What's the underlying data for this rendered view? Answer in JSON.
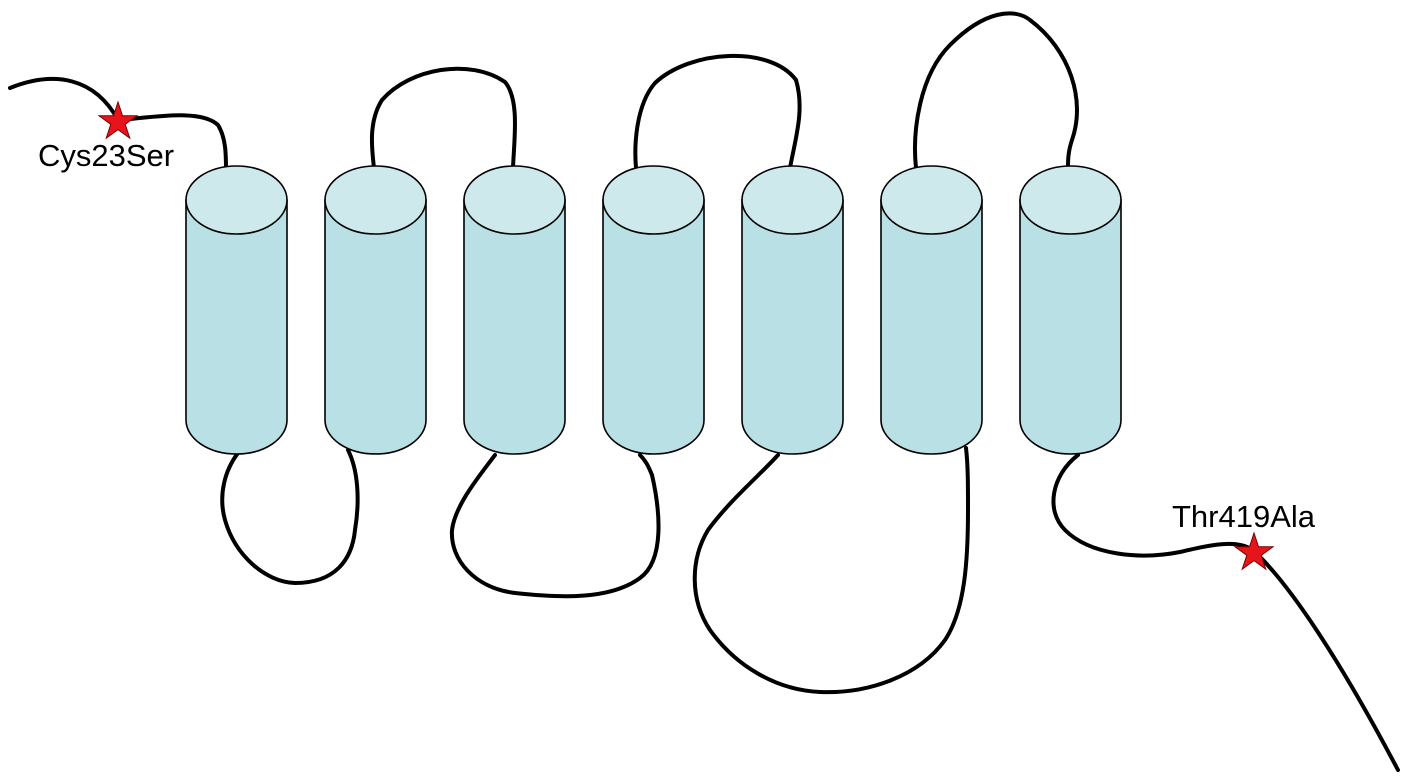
{
  "diagram": {
    "kind": "seven-transmembrane receptor topology",
    "helix_count": 7,
    "colors": {
      "helix_fill": "#b9e0e4",
      "helix_cap_fill": "#cde9ec",
      "chain_stroke": "#000000",
      "mutation_marker": "#e8141c"
    },
    "mutations": [
      {
        "label": "Cys23Ser",
        "marker": "star-icon"
      },
      {
        "label": "Thr419Ala",
        "marker": "star-icon"
      }
    ],
    "caption": ""
  }
}
